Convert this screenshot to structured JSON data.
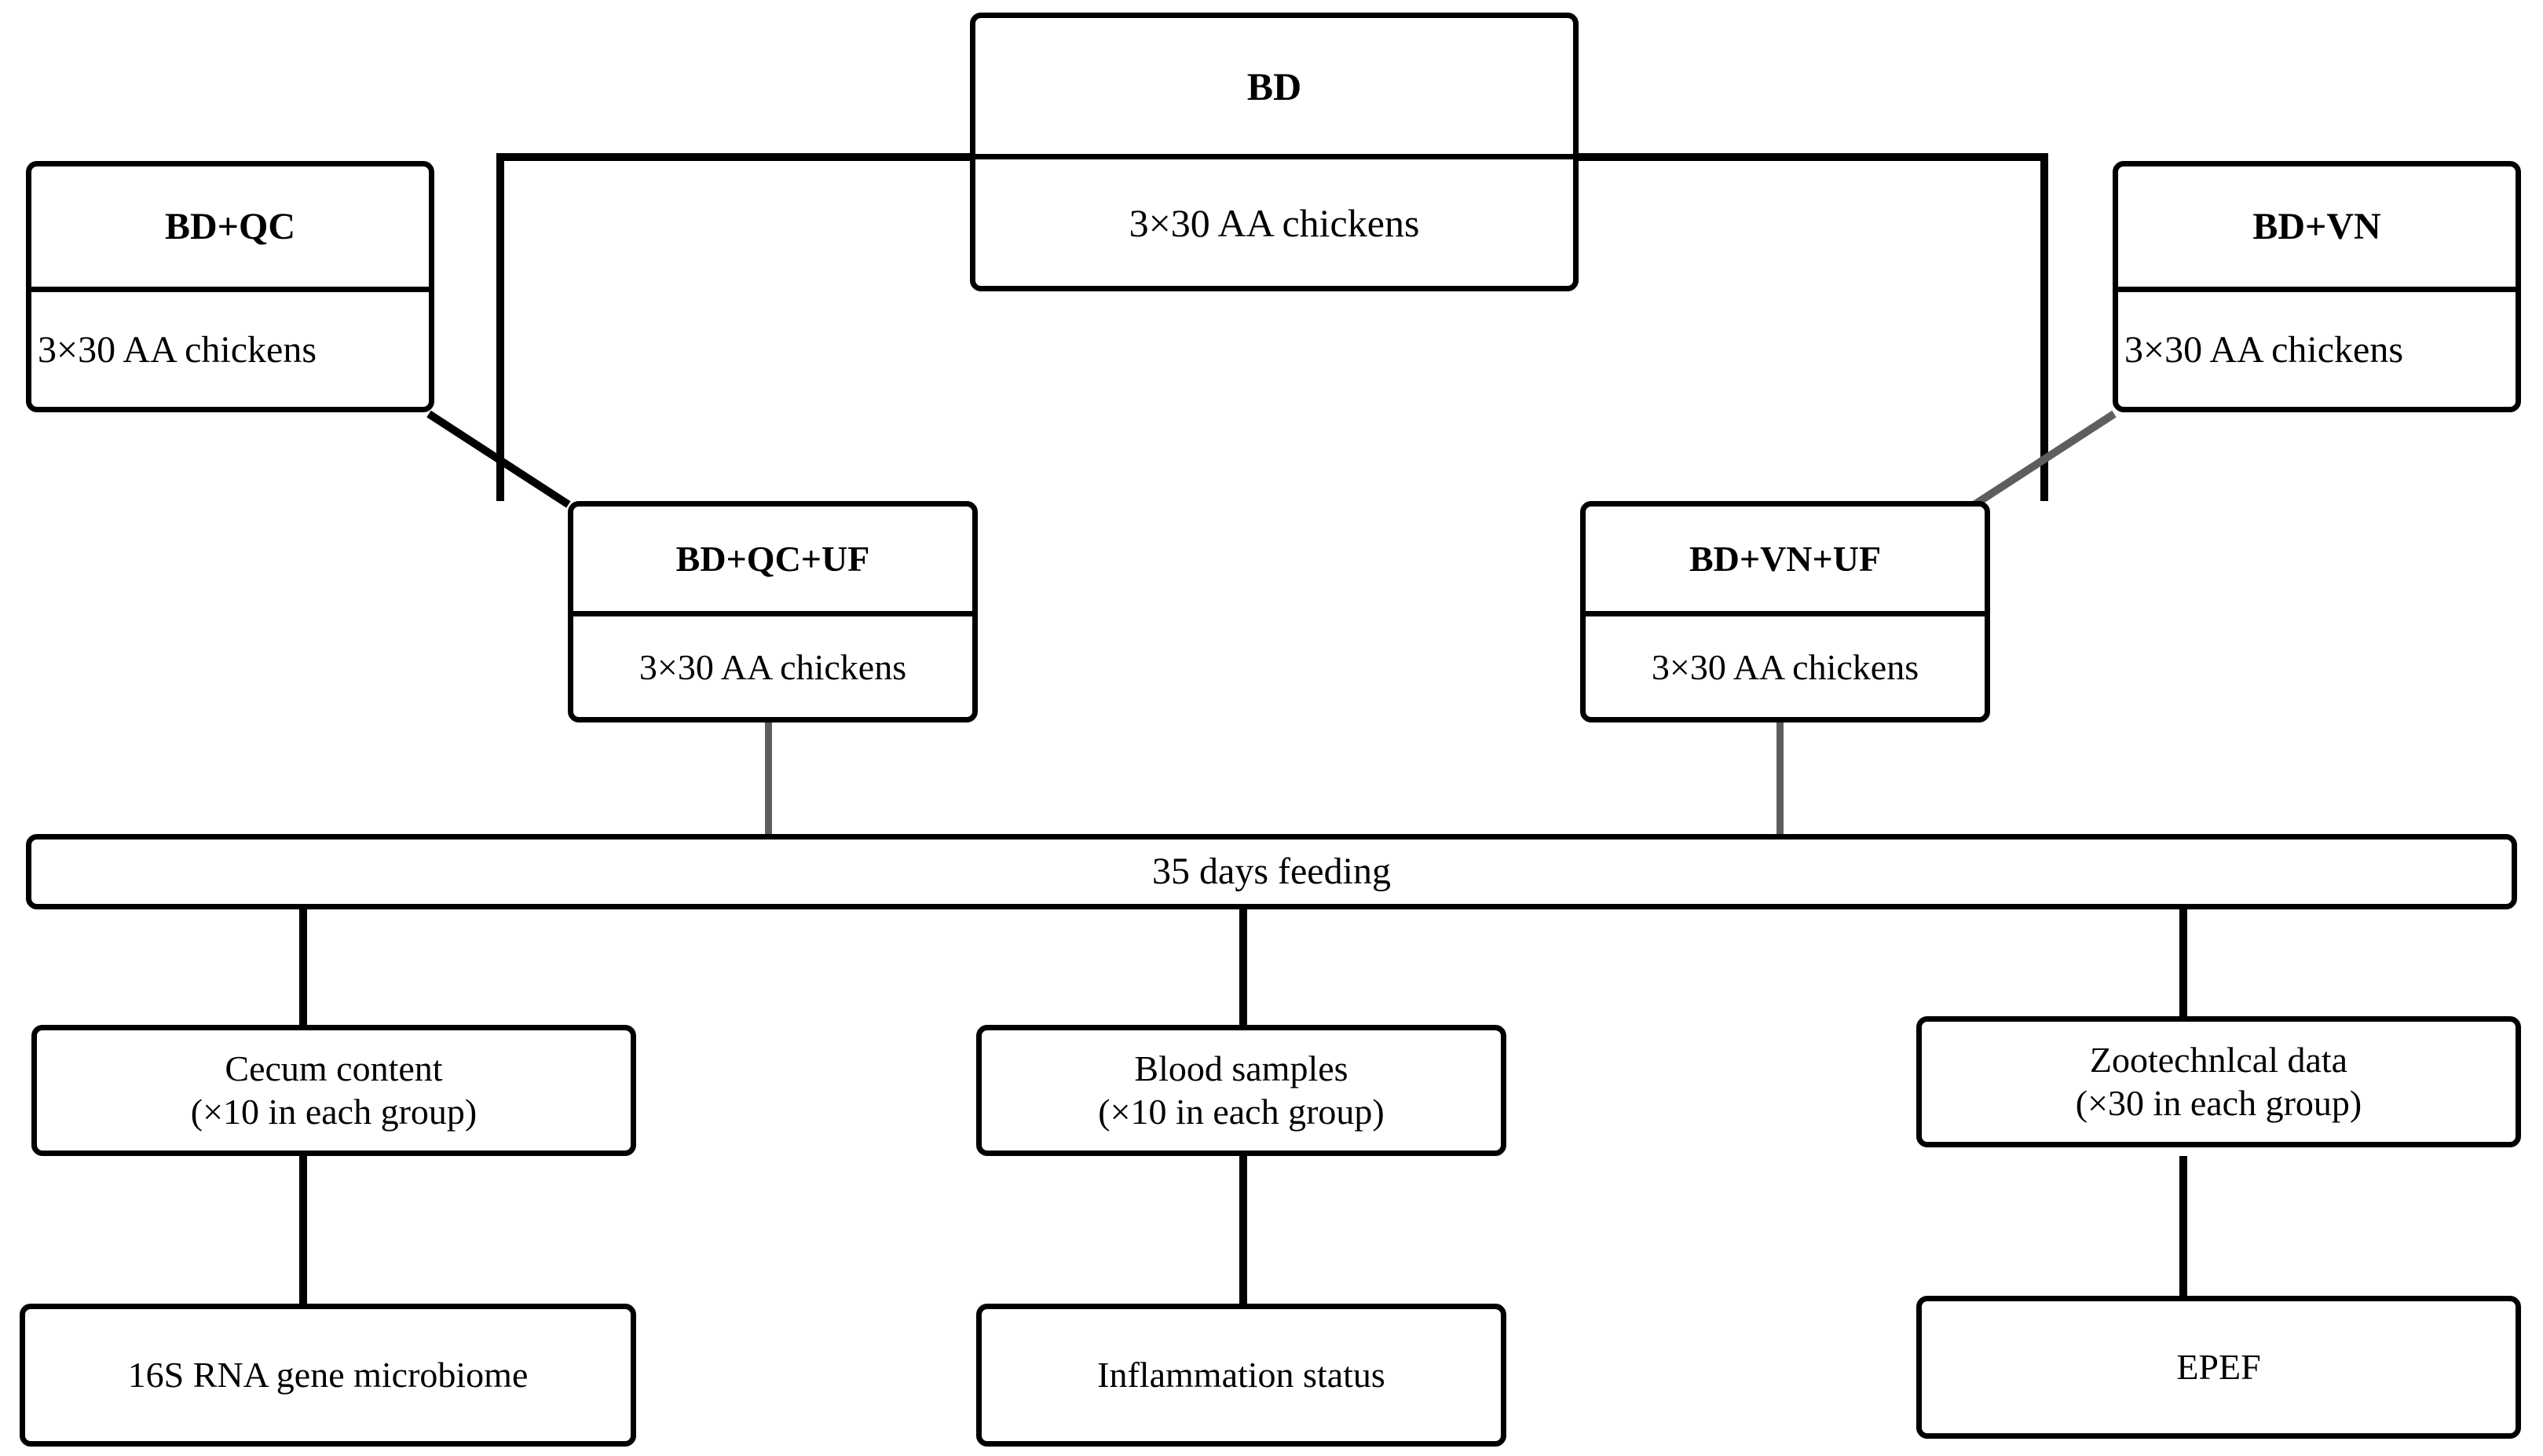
{
  "diagram": {
    "title": "Chicken feeding trial experimental design flowchart",
    "colors": {
      "line": "#000000",
      "line_secondary": "#5e5e5e",
      "box_fill": "#ffffff",
      "text": "#000000"
    }
  },
  "groups": {
    "bd": {
      "label": "BD",
      "count": "3×30 AA chickens"
    },
    "bd_qc": {
      "label": "BD+QC",
      "count": "3×30 AA chickens"
    },
    "bd_vn": {
      "label": "BD+VN",
      "count": "3×30 AA chickens"
    },
    "bd_qc_uf": {
      "label": "BD+QC+UF",
      "count": "3×30 AA chickens"
    },
    "bd_vn_uf": {
      "label": "BD+VN+UF",
      "count": "3×30 AA chickens"
    }
  },
  "feeding": {
    "label": "35 days feeding"
  },
  "outcomes": [
    {
      "sample_line1": "Cecum content",
      "sample_line2": "(×10 in each group)",
      "result": "16S RNA gene microbiome"
    },
    {
      "sample_line1": "Blood samples",
      "sample_line2": "(×10 in each group)",
      "result": "Inflammation status"
    },
    {
      "sample_line1": "Zootechnlcal data",
      "sample_line2": "(×30 in each group)",
      "result": "EPEF"
    }
  ]
}
